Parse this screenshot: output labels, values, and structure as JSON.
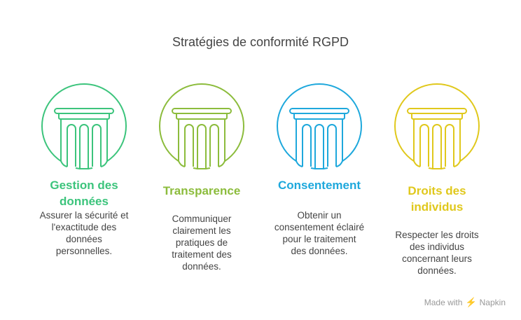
{
  "title": "Stratégies de conformité RGPD",
  "items": [
    {
      "heading": "Gestion des données",
      "text": "Assurer la sécurité et l'exactitude des données personnelles.",
      "color": "#3cc47c",
      "icon": "pillar-icon"
    },
    {
      "heading": "Transparence",
      "text": "Communiquer clairement les pratiques de traitement des données.",
      "color": "#8cbc3c",
      "icon": "pillar-icon"
    },
    {
      "heading": "Consentement",
      "text": "Obtenir un consentement éclairé pour le traitement des données.",
      "color": "#1ea8dc",
      "icon": "pillar-icon"
    },
    {
      "heading": "Droits des individus",
      "text": "Respecter les droits des individus concernant leurs données.",
      "color": "#e0c81c",
      "icon": "pillar-icon"
    }
  ],
  "footer": {
    "made_with": "Made with",
    "brand": "Napkin"
  }
}
